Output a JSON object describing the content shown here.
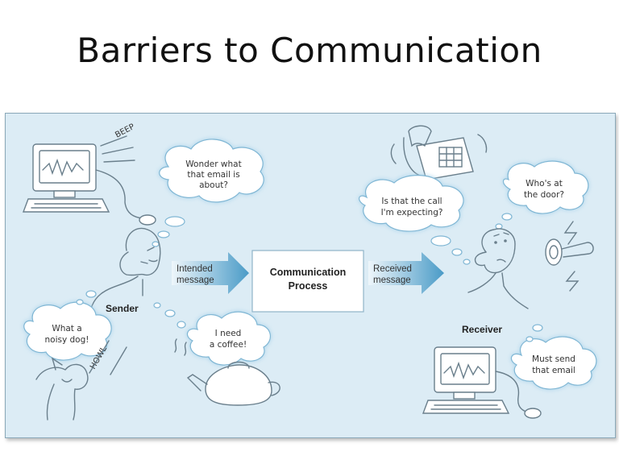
{
  "title": "Barriers to Communication",
  "process_box": {
    "line1": "Communication",
    "line2": "Process"
  },
  "arrows": {
    "intended": {
      "line1": "Intended",
      "line2": "message"
    },
    "received": {
      "line1": "Received",
      "line2": "message"
    }
  },
  "sender": {
    "label": "Sender"
  },
  "receiver": {
    "label": "Receiver"
  },
  "sounds": {
    "beep": "BEEP",
    "howl": "HOWL"
  },
  "thoughts": {
    "email_wonder": [
      "Wonder what",
      "that email is",
      "about?"
    ],
    "noisy_dog": [
      "What a",
      "noisy dog!"
    ],
    "coffee": [
      "I need",
      "a coffee!"
    ],
    "call": [
      "Is that the call",
      "I'm expecting?"
    ],
    "door": [
      "Who's at",
      "the door?"
    ],
    "send_email": [
      "Must send",
      "that email"
    ]
  },
  "colors": {
    "panel": "#dcecf5",
    "arrow": "#4a9bc7",
    "cloud_glow": "#a9d3ea"
  }
}
